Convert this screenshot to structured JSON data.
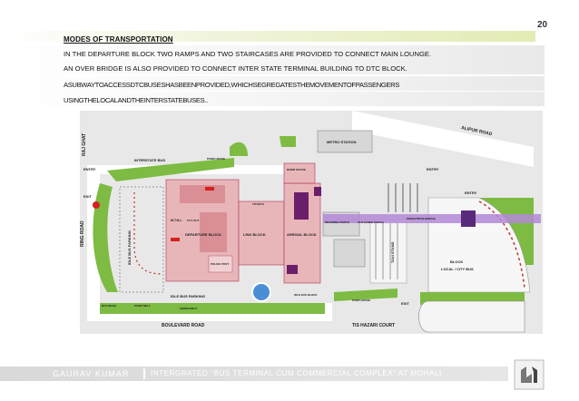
{
  "page_number": "20",
  "heading": "MODES OF TRANSPORTATION",
  "paragraph_lines": [
    "IN THE DEPARTURE BLOCK TWO RAMPS AND TWO STAIRCASES ARE PROVIDED TO CONNECT MAIN LOUNGE.",
    "AN OVER BRIDGE IS ALSO PROVIDED TO CONNECT INTER STATE TERMINAL BUILDING TO DTC BLOCK.",
    "ASUBWAYTOACCESSDTCBUSESHASBEENPROVIDED,WHICHSEGREGATESTHEMOVEMENTOFPASSENGERS",
    "USINGTHELOCALANDTHEINTERSTATEBUSES.."
  ],
  "map": {
    "labels": {
      "raj_ghat": "RAJ GHAT",
      "ring_road": "RING ROAD",
      "entry_left": "ENTRY",
      "exit_left": "EXIT",
      "interstate_bus": "INTERSTATE BUS",
      "pump_house_top": "PUMP HOUSE",
      "idle_bus_parking_vertical": "IDLE BUS PARKING",
      "mtnl": "M.T.N.L.",
      "cut_out": "CUT OUT",
      "departure_block": "DEPARTURE BLOCK",
      "police_post": "POLICE POST",
      "link_block": "LINK BLOCK",
      "arrival_block": "ARRIVAL BLOCK",
      "tickets": "TICKETS",
      "dorm_office": "DORM OFFICE",
      "metro_station": "METRO STATION",
      "alipur_road": "ALIPUR ROAD",
      "entry_right": "ENTRY",
      "entry_local": "ENTRY",
      "incoming_porch": "INCOMING PORCH",
      "out_going_porch": "OUT GOING PORCH",
      "pedestrian_bridge": "PEDESTRIAN BRIDGE",
      "taxi_stand": "TAXI STAND",
      "block_local": "BLOCK",
      "local_city_bus": "LOCAL / CITY BUS",
      "idle_bus_parking_bottom": "IDLE BUS PARKING",
      "idle_block": "IDLE BUS BLOCK",
      "pump_house_bottom": "PUMP HOUSE",
      "exit_right": "EXIT",
      "bus_wash": "BUS WASH",
      "pump_wash": "PUMP WELL",
      "green_belt": "GREEN BELT",
      "boulevard_road": "BOULEVARD ROAD",
      "tis_hazari_court": "TIS HAZARI COURT"
    }
  },
  "footer": {
    "author": "GAURAV KUMAR",
    "project": "INTERGRATED \"BUS TERMINAL CUM COMMERCIAL COMPLEX\" AT MOHALI"
  }
}
